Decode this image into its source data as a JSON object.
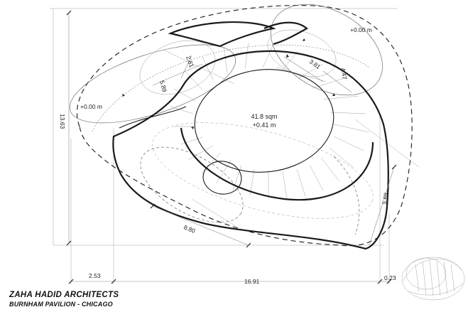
{
  "title_block": {
    "firm": "ZAHA HADID ARCHITECTS",
    "project": "BURNHAM PAVILION - CHICAGO"
  },
  "plan_labels": {
    "central_area": "41.8 sqm",
    "central_level": "+0.41 m",
    "left_level": "+0.00 m",
    "right_level": "+0.00 m"
  },
  "dimensions": {
    "overall_height": "13.63",
    "dim_261": "2.61",
    "dim_589": "5.89",
    "dim_381": "3.81",
    "dim_447": "4.47",
    "dim_880": "8.80",
    "dim_569": "5.69",
    "left_offset": "2.53",
    "overall_width": "16.91",
    "right_offset": "0.23"
  },
  "colors": {
    "line": "#1a1a1a",
    "guide": "#9a9a9a",
    "background": "#ffffff"
  }
}
